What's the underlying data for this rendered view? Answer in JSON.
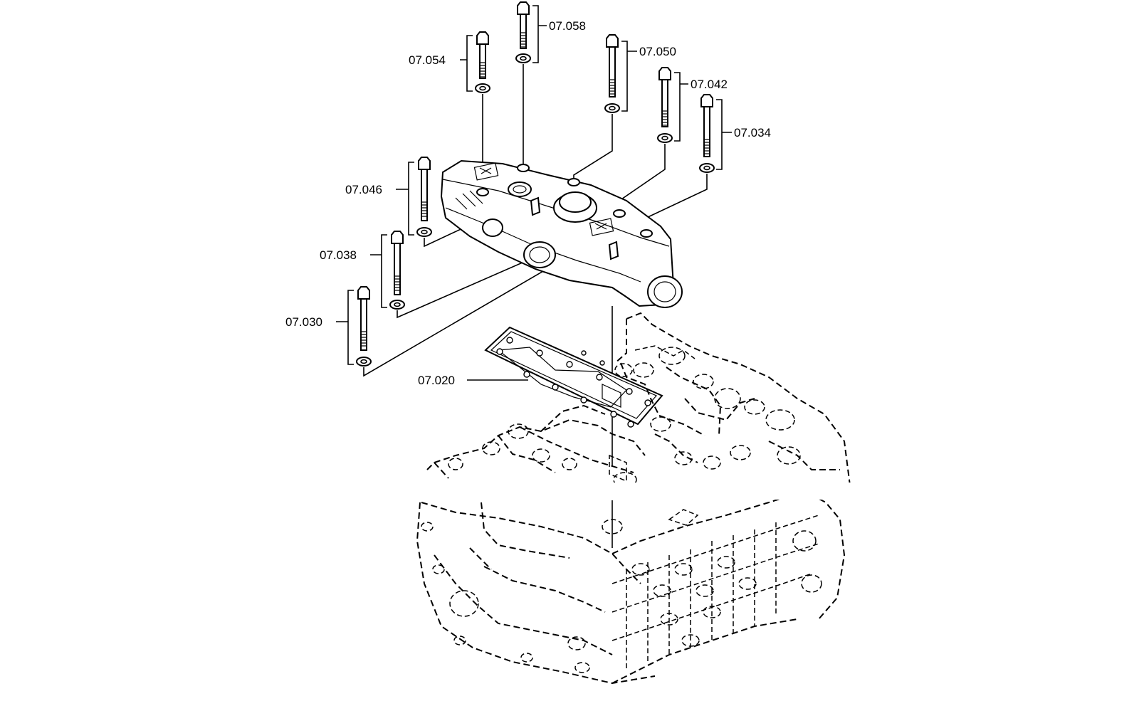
{
  "callouts": {
    "p07_058": "07.058",
    "p07_054": "07.054",
    "p07_050": "07.050",
    "p07_042": "07.042",
    "p07_034": "07.034",
    "p07_046": "07.046",
    "p07_038": "07.038",
    "p07_030": "07.030",
    "p07_020": "07.020"
  }
}
